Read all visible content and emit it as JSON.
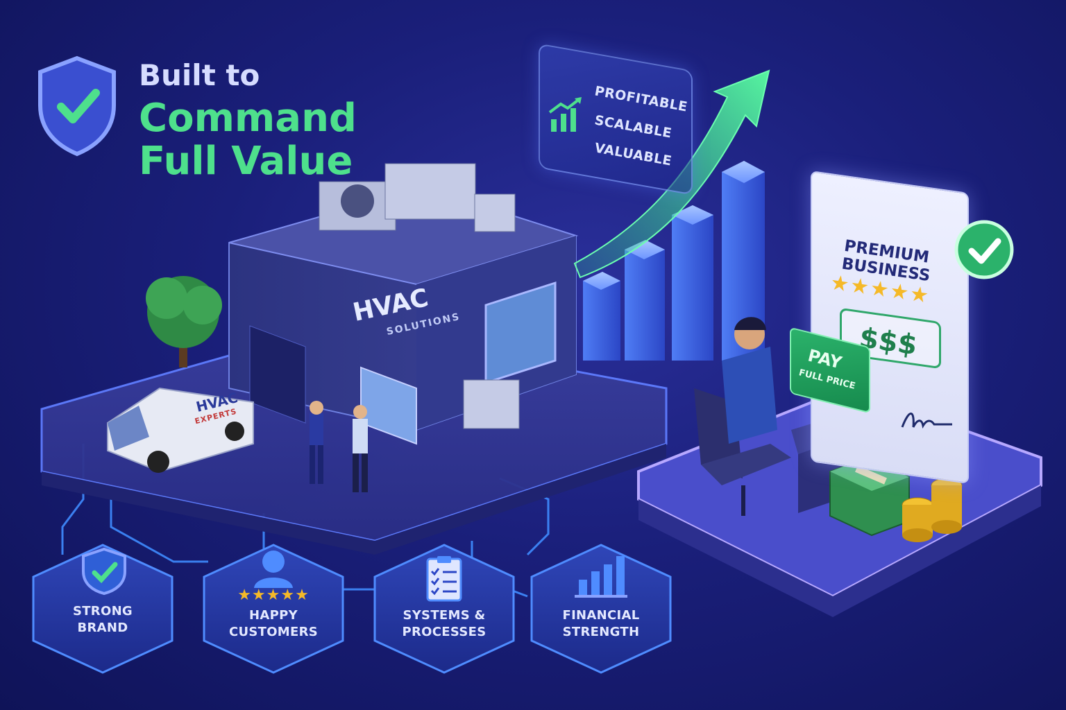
{
  "headline": {
    "line1": "Built to",
    "line2": "Command",
    "line3": "Full Value"
  },
  "growth_card": {
    "words": [
      "PROFITABLE",
      "SCALABLE",
      "VALUABLE"
    ],
    "icon": "growth-chart-icon"
  },
  "building": {
    "sign_main": "HVAC",
    "sign_sub": "SOLUTIONS"
  },
  "van": {
    "brand": "HVAC",
    "sub": "EXPERTS"
  },
  "premium_card": {
    "title": "PREMIUM BUSINESS",
    "stars": "★★★★★",
    "price": "$$$"
  },
  "pay_card": {
    "label": "PAY",
    "sub": "FULL PRICE"
  },
  "pillars": [
    {
      "label_line1": "STRONG",
      "label_line2": "BRAND",
      "icon": "shield-check-icon"
    },
    {
      "label_line1": "HAPPY",
      "label_line2": "CUSTOMERS",
      "icon": "user-icon",
      "stars": "★★★★★"
    },
    {
      "label_line1": "SYSTEMS &",
      "label_line2": "PROCESSES",
      "icon": "clipboard-checklist-icon"
    },
    {
      "label_line1": "FINANCIAL",
      "label_line2": "STRENGTH",
      "icon": "bar-chart-icon"
    }
  ],
  "colors": {
    "accent_green": "#4ee08c",
    "background": "#1a1f7a",
    "star_gold": "#f5b928",
    "money_green": "#1f7f4c"
  }
}
